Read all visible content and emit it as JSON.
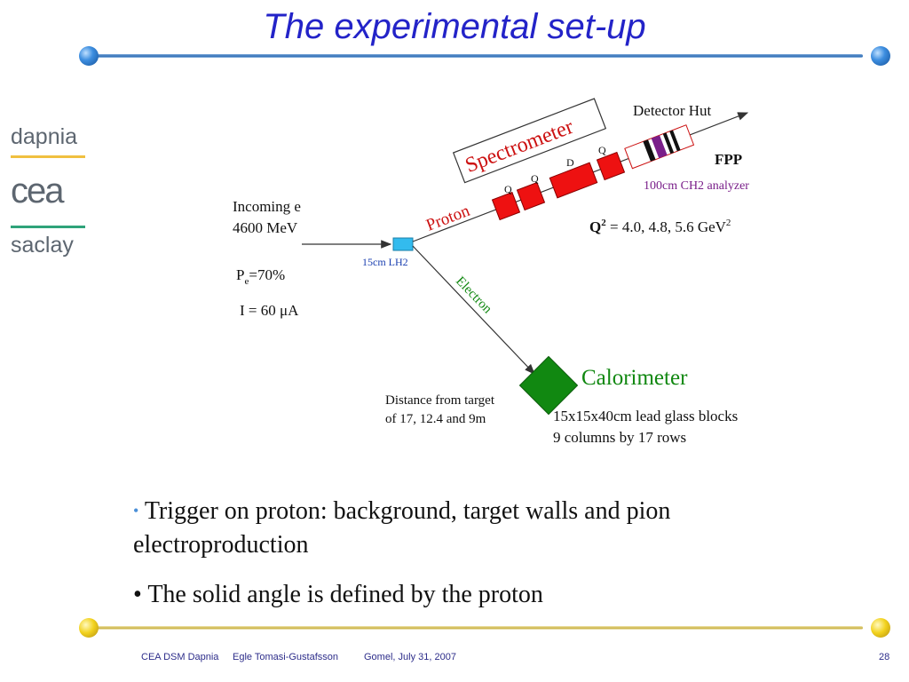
{
  "slide": {
    "title": "The experimental set-up",
    "page_number": "28"
  },
  "logo": {
    "top_text": "dapnia",
    "mid_text": "cea",
    "bottom_text": "saclay"
  },
  "diagram": {
    "incoming_label": "Incoming e",
    "beam_energy": "4600 MeV",
    "polarization_p": "P",
    "polarization_sub": "e",
    "polarization_val": "=70%",
    "current": "I = 60 μA",
    "target": "15cm LH2",
    "proton": "Proton",
    "electron": "Electron",
    "spectrometer": "Spectrometer",
    "magnets": [
      "Q",
      "Q",
      "D",
      "Q"
    ],
    "detector_hut": "Detector Hut",
    "fpp": "FPP",
    "analyzer": "100cm CH2 analyzer",
    "q2": "Q",
    "q2_sup": "2",
    "q2_values": " = 4.0, 4.8, 5.6 GeV",
    "q2_unit_sup": "2",
    "calorimeter": "Calorimeter",
    "calo_line1": "15x15x40cm lead glass blocks",
    "calo_line2": "9 columns by 17 rows",
    "distance_line1": "Distance from target",
    "distance_line2": "of 17, 12.4 and 9m"
  },
  "bullets": [
    "Trigger on proton: background, target walls and pion electroproduction",
    "The solid angle is defined by the proton"
  ],
  "footer": {
    "org": "CEA DSM Dapnia",
    "author": "Egle Tomasi-Gustafsson",
    "venue": "Gomel, July 31, 2007"
  },
  "colors": {
    "title": "#2323c8",
    "magnet": "#ee1111",
    "calorimeter": "#118811",
    "analyzer": "#7a1f8a",
    "target": "#33bbee"
  }
}
